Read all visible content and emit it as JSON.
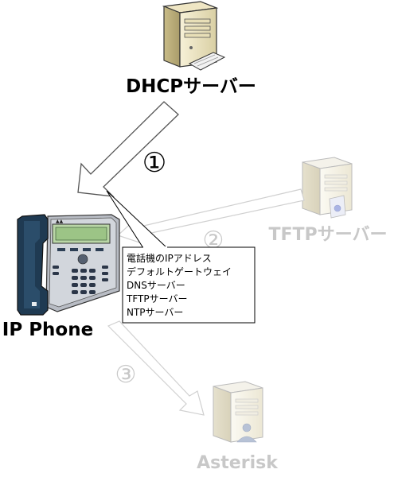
{
  "nodes": {
    "dhcp_server": {
      "label": "DHCPサーバー",
      "icon": "server-icon"
    },
    "tftp_server": {
      "label": "TFTPサーバー",
      "icon": "server-icon"
    },
    "ip_phone": {
      "label": "IP Phone",
      "icon": "ip-phone-icon"
    },
    "asterisk": {
      "label": "Asterisk",
      "icon": "server-user-icon"
    }
  },
  "steps": {
    "step1": "①",
    "step2": "②",
    "step3": "③"
  },
  "callout": {
    "items": [
      "電話機のIPアドレス",
      "デフォルトゲートウェイ",
      "DNSサーバー",
      "TFTPサーバー",
      "NTPサーバー"
    ]
  },
  "colors": {
    "active_text": "#000000",
    "faded_text": "#c8c8c8",
    "arrow_outline": "#555555",
    "faded_arrow_outline": "#d0d0d0",
    "phone_body": "#1f3a52"
  }
}
